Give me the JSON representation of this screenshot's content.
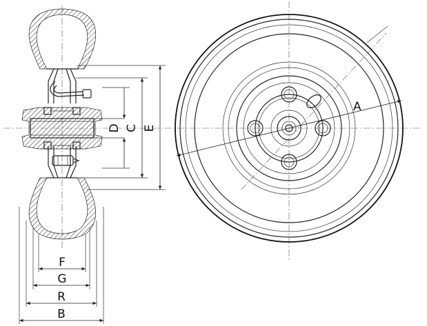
{
  "labels": {
    "A": "A",
    "B": "B",
    "C": "C",
    "D": "D",
    "E": "E",
    "F": "F",
    "G": "G",
    "R": "R"
  },
  "colors": {
    "line": "#222222",
    "background": "#ffffff"
  }
}
